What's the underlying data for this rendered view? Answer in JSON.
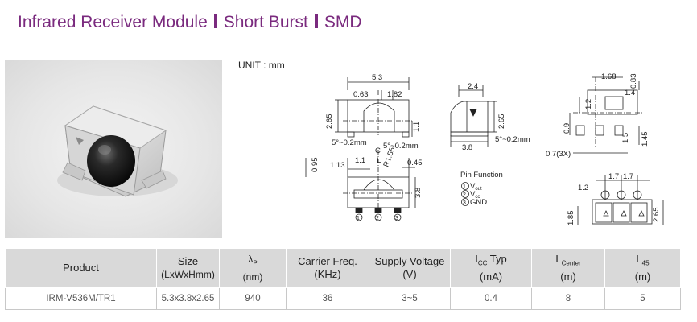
{
  "title": {
    "part1": "Infrared Receiver Module",
    "part2": "Short Burst",
    "part3": "SMD"
  },
  "unit_label": "UNIT : mm",
  "drawing": {
    "dims": {
      "d53": "5.3",
      "d063": "0.63",
      "d182": "1.82",
      "d265a": "2.65",
      "d11a": "1.1",
      "d5deg_a": "5°~0.2mm",
      "d5deg_b": "5°~0.2mm",
      "d5deg_c": "5°~0.2mm",
      "d24": "2.4",
      "d265b": "2.65",
      "d38a": "3.8",
      "d168": "1.68",
      "d083": "0.83",
      "d14": "1.4",
      "d12a": "1.2",
      "d09": "0.9",
      "d15": "1.5",
      "d145": "1.45",
      "d07x3": "0.7(3X)",
      "d095": "0.95",
      "d113": "1.13",
      "d11b": "1.1",
      "r155": "R1.55",
      "d045": "0.45",
      "d38b": "3.8",
      "c_mark": "C",
      "l_mark": "L",
      "d12b": "1.2",
      "d17a": "1.7",
      "d17b": "1.7",
      "d185": "1.85",
      "d265c": "2.65"
    },
    "pin_function": {
      "title": "Pin Function",
      "pin1_num": "1",
      "pin1": "V",
      "pin1_sub": "out",
      "pin2_num": "2",
      "pin2": "V",
      "pin2_sub": "cc",
      "pin3_num": "3",
      "pin3": "GND"
    },
    "pin_numbers": [
      "1",
      "2",
      "3"
    ]
  },
  "table": {
    "headers": {
      "product": "Product",
      "size_l1": "Size",
      "size_l2": "(LxWxHmm)",
      "lambda_sym": "λ",
      "lambda_sub": "P",
      "lambda_unit": "(nm)",
      "carrier_l1": "Carrier Freq.",
      "carrier_l2": "(KHz)",
      "supply_l1": "Supply Voltage",
      "supply_l2": "(V)",
      "icc_sym": "I",
      "icc_sub": "CC",
      "icc_typ": " Typ",
      "icc_unit": "(mA)",
      "lc_sym": "L",
      "lc_sub": "Center",
      "lc_unit": "(m)",
      "l45_sym": "L",
      "l45_sub": "45",
      "l45_unit": "(m)"
    },
    "rows": [
      {
        "product": "IRM-V536M/TR1",
        "size": "5.3x3.8x2.65",
        "lambda": "940",
        "carrier": "36",
        "supply": "3~5",
        "icc": "0.4",
        "lcenter": "8",
        "l45": "5"
      }
    ]
  }
}
